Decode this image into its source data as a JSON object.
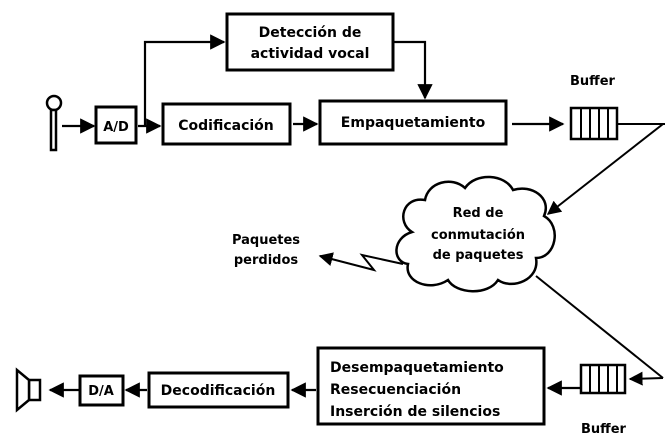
{
  "blocks": {
    "vad": [
      "Detección de",
      "actividad vocal"
    ],
    "ad": "A/D",
    "codificacion": "Codificación",
    "empaquetamiento": "Empaquetamiento",
    "desempaquetamiento": [
      "Desempaquetamiento",
      "Resecuenciación",
      "Inserción de silencios"
    ],
    "decodificacion": "Decodificación",
    "da": "D/A"
  },
  "buffers": {
    "top": "Buffer",
    "bottom": "Buffer"
  },
  "cloud": [
    "Red de",
    "conmutación",
    "de paquetes"
  ],
  "lost_packets": [
    "Paquetes",
    "perdidos"
  ],
  "icons": {
    "source": "microphone-icon",
    "sink": "speaker-icon"
  }
}
